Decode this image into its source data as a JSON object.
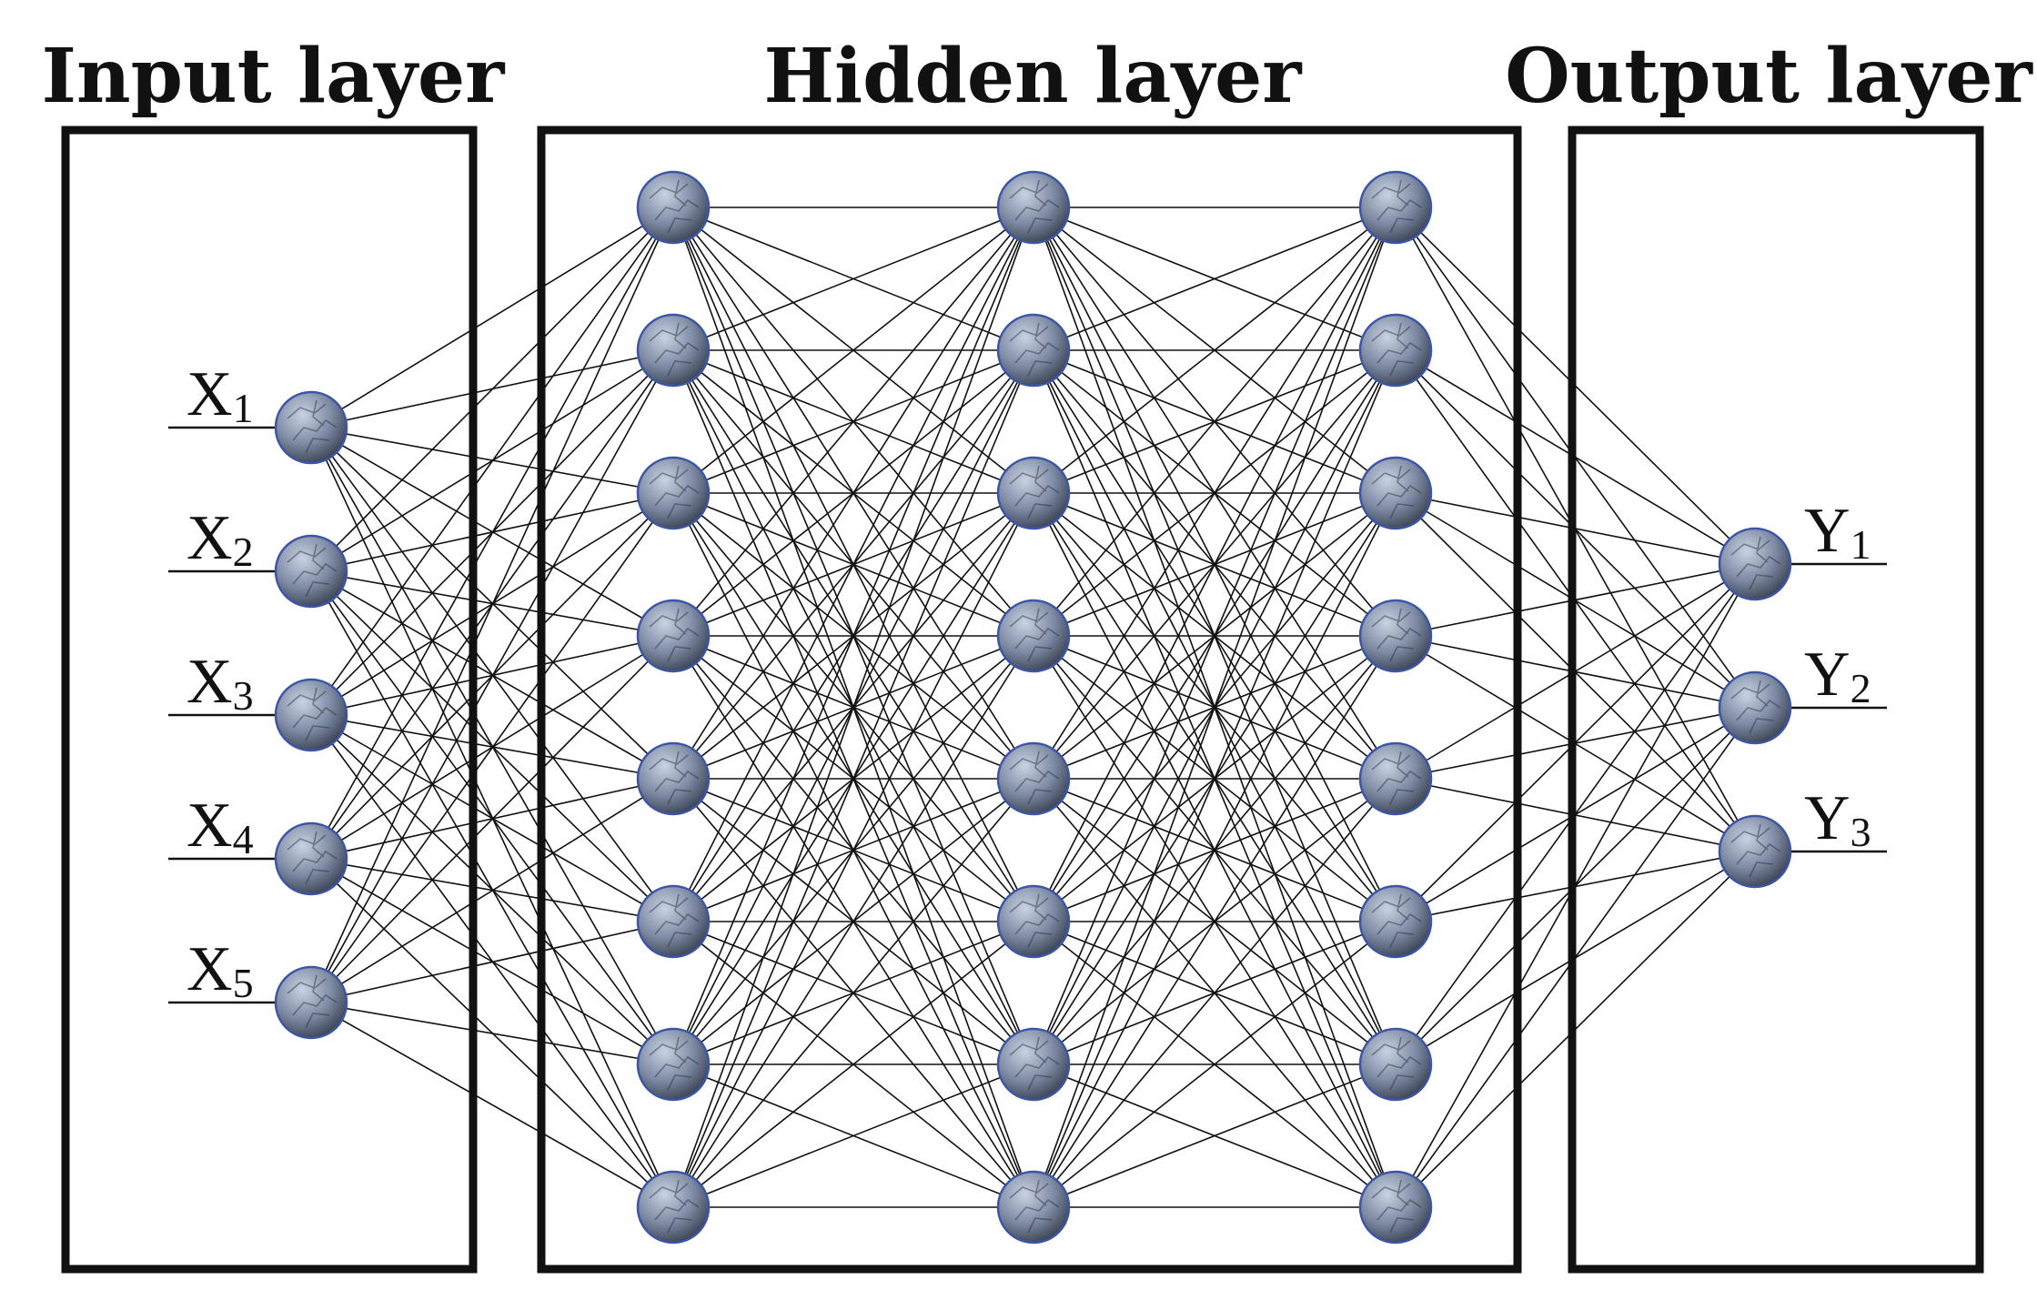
{
  "titles": {
    "input": "Input layer",
    "hidden": "Hidden layer",
    "output": "Output layer"
  },
  "inputs": [
    {
      "base": "X",
      "sub": "1"
    },
    {
      "base": "X",
      "sub": "2"
    },
    {
      "base": "X",
      "sub": "3"
    },
    {
      "base": "X",
      "sub": "4"
    },
    {
      "base": "X",
      "sub": "5"
    }
  ],
  "outputs": [
    {
      "base": "Y",
      "sub": "1"
    },
    {
      "base": "Y",
      "sub": "2"
    },
    {
      "base": "Y",
      "sub": "3"
    }
  ],
  "network": {
    "input_nodes": 5,
    "hidden_layers": 3,
    "hidden_nodes_per_layer": 8,
    "output_nodes": 3,
    "connections": "fully-connected"
  },
  "colors": {
    "neuron_fill_light": "#c9d2e3",
    "neuron_fill_mid": "#7d8aa3",
    "neuron_fill_dark": "#343b4b",
    "neuron_outline": "#3b55a8",
    "line": "#111111",
    "background": "#ffffff"
  }
}
